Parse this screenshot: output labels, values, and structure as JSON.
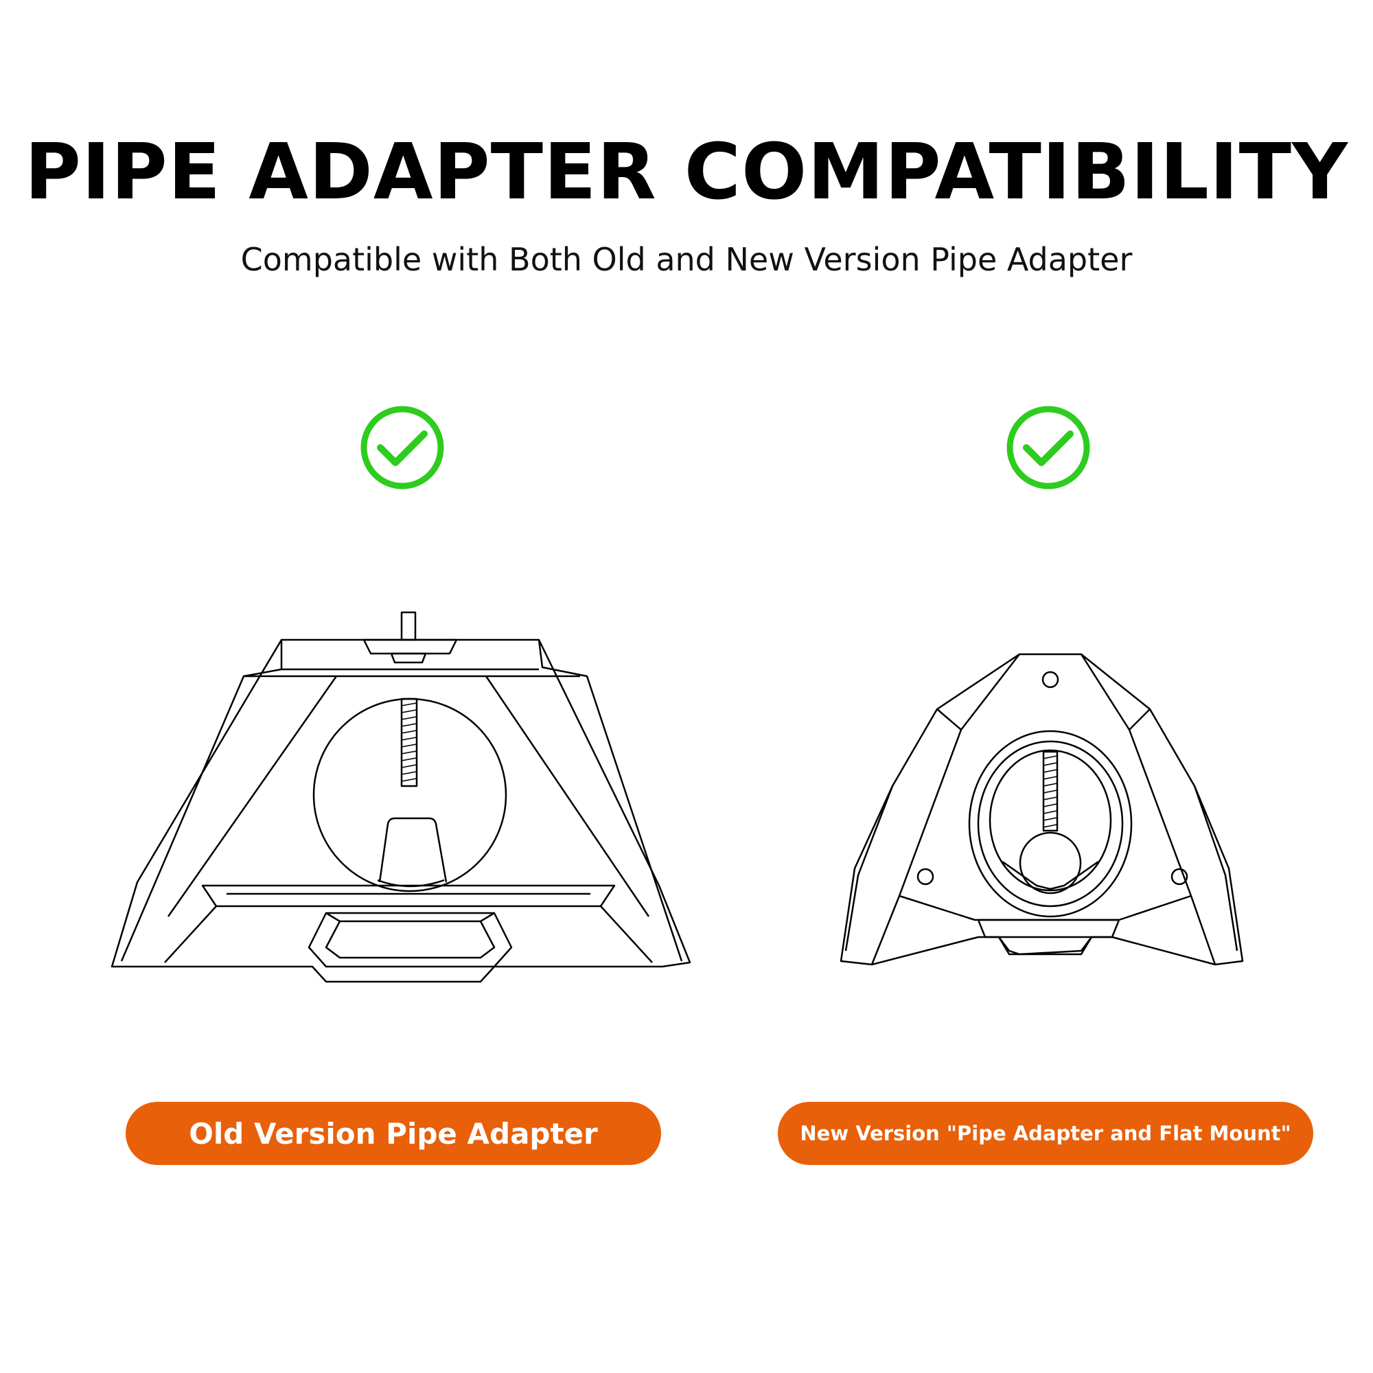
{
  "header": {
    "title": "PIPE ADAPTER COMPATIBILITY",
    "subtitle": "Compatible with Both Old and New Version Pipe Adapter"
  },
  "products": [
    {
      "label": "Old Version Pipe Adapter",
      "status_icon": "check-circle-icon",
      "compatible": true
    },
    {
      "label": "New Version \"Pipe Adapter and Flat Mount\"",
      "status_icon": "check-circle-icon",
      "compatible": true
    }
  ],
  "colors": {
    "check": "#2dcc1e",
    "label_background": "#e8600a",
    "label_text": "#ffffff",
    "title": "#000000"
  }
}
